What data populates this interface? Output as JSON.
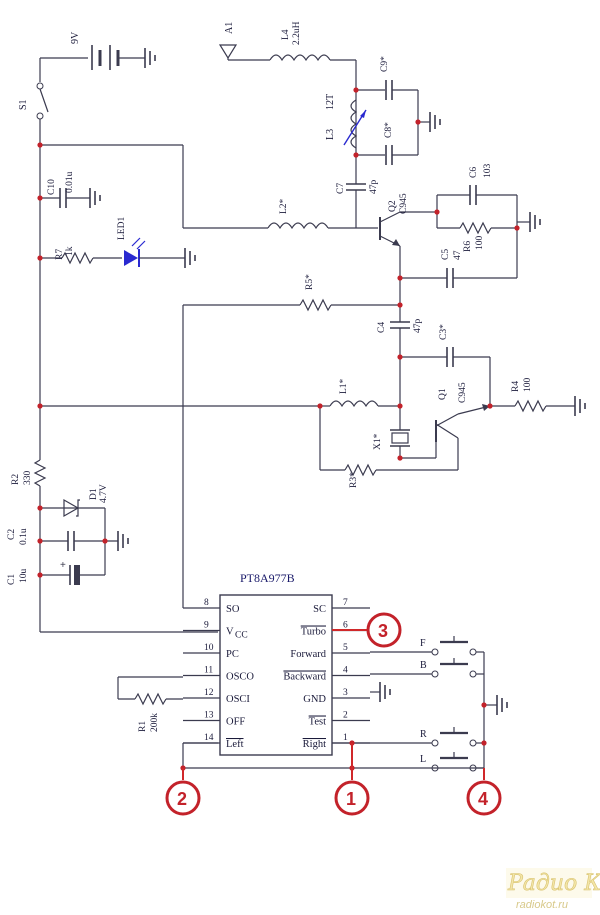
{
  "battery": {
    "label": "9V"
  },
  "antenna": {
    "label": "A1"
  },
  "switch": {
    "label": "S1"
  },
  "l4": {
    "ref": "L4",
    "value": "2.2uH"
  },
  "l3": {
    "ref": "L3",
    "value": "12T"
  },
  "c9": {
    "ref": "C9*"
  },
  "c8": {
    "ref": "C8*"
  },
  "c7": {
    "ref": "C7",
    "value": "47p"
  },
  "c10": {
    "ref": "C10",
    "value": "0.01u"
  },
  "l2": {
    "ref": "L2*"
  },
  "q2": {
    "ref": "Q2",
    "value": "C945"
  },
  "c6": {
    "ref": "C6",
    "value": "103"
  },
  "r6": {
    "ref": "R6",
    "value": "100"
  },
  "r7": {
    "ref": "R7",
    "value": "1k"
  },
  "led1": {
    "ref": "LED1"
  },
  "c5": {
    "ref": "C5",
    "value": "47"
  },
  "r5": {
    "ref": "R5*"
  },
  "c4": {
    "ref": "C4",
    "value": "47p"
  },
  "c3": {
    "ref": "C3*"
  },
  "l1": {
    "ref": "L1*"
  },
  "q1": {
    "ref": "Q1",
    "value": "C945"
  },
  "r4": {
    "ref": "R4",
    "value": "100"
  },
  "x1": {
    "ref": "X1*"
  },
  "r3": {
    "ref": "R3*"
  },
  "r2": {
    "ref": "R2",
    "value": "330"
  },
  "d1": {
    "ref": "D1",
    "value": "4.7V"
  },
  "c2": {
    "ref": "C2",
    "value": "0.1u"
  },
  "c1": {
    "ref": "C1",
    "value": "10u"
  },
  "r1": {
    "ref": "R1",
    "value": "200k"
  },
  "chip": {
    "name": "PT8A977B",
    "pins_left": [
      {
        "num": "8",
        "label": "SO"
      },
      {
        "num": "9",
        "label": "V",
        "sub": "CC"
      },
      {
        "num": "10",
        "label": "PC"
      },
      {
        "num": "11",
        "label": "OSCO"
      },
      {
        "num": "12",
        "label": "OSCI"
      },
      {
        "num": "13",
        "label": "OFF"
      },
      {
        "num": "14",
        "label": "Left"
      }
    ],
    "pins_right": [
      {
        "num": "7",
        "label": "SC"
      },
      {
        "num": "6",
        "label": "Turbo"
      },
      {
        "num": "5",
        "label": "Forward"
      },
      {
        "num": "4",
        "label": "Backward"
      },
      {
        "num": "3",
        "label": "GND"
      },
      {
        "num": "2",
        "label": "Test"
      },
      {
        "num": "1",
        "label": "Right"
      }
    ]
  },
  "buttons": [
    {
      "label": "F"
    },
    {
      "label": "B"
    },
    {
      "label": "R"
    },
    {
      "label": "L"
    }
  ],
  "markers": [
    "1",
    "2",
    "3",
    "4"
  ],
  "watermark": {
    "title": "Радио КОТ",
    "site": "radiokot.ru"
  },
  "colors": {
    "wire": "#3b3b4f",
    "accent": "#c3222a",
    "led": "#2a2ad0"
  }
}
